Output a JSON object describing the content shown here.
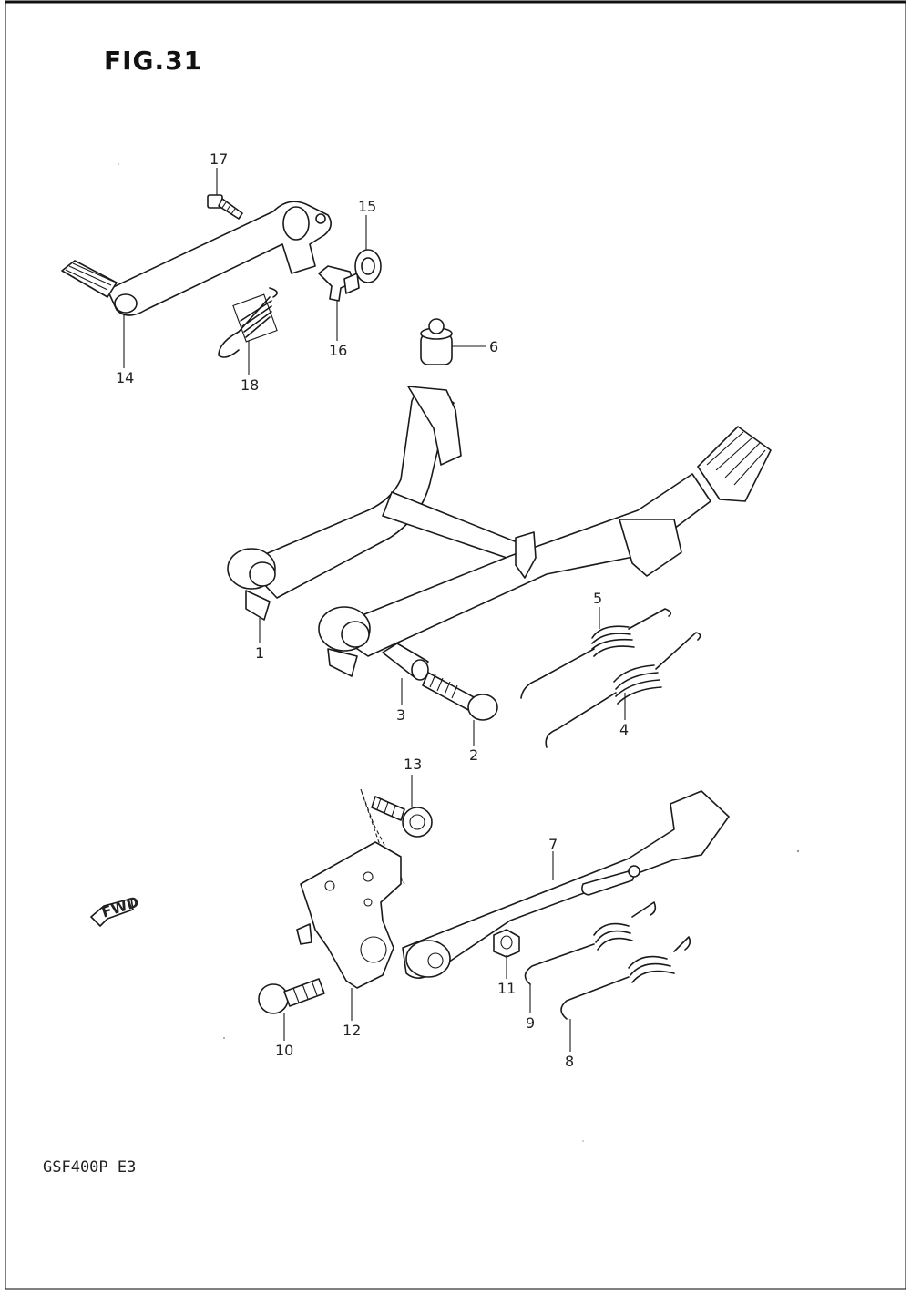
{
  "figure": {
    "title": "FIG.31",
    "model": "GSF400P E3"
  },
  "fwd_label": "FWD",
  "callouts": {
    "c1": "1",
    "c2": "2",
    "c3": "3",
    "c4": "4",
    "c5": "5",
    "c6": "6",
    "c7": "7",
    "c8": "8",
    "c9": "9",
    "c10": "10",
    "c11": "11",
    "c12": "12",
    "c13": "13",
    "c14": "14",
    "c15": "15",
    "c16": "16",
    "c17": "17",
    "c18": "18"
  }
}
